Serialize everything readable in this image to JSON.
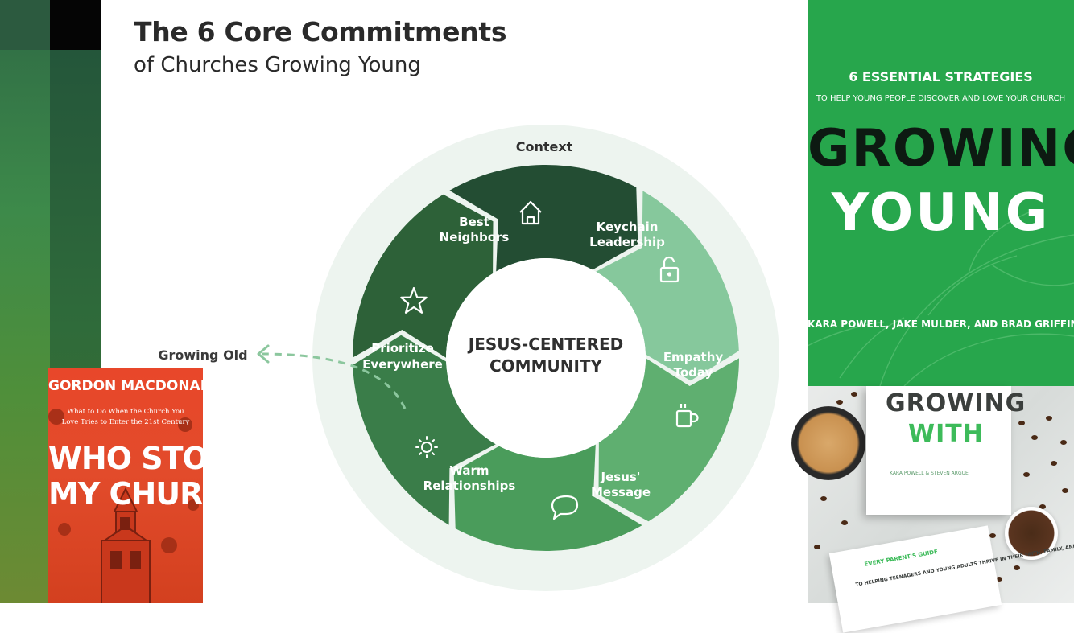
{
  "slide": {
    "title": "The 6 Core Commitments",
    "subtitle": "of Churches Growing Young"
  },
  "diagram": {
    "outer_label": "Context",
    "center_label_line1": "JESUS-CENTERED",
    "center_label_line2": "COMMUNITY",
    "side_label": "Growing Old",
    "segments": [
      {
        "line1": "Best",
        "line2": "Neighbors",
        "icon": "home-icon",
        "color": "#234d33"
      },
      {
        "line1": "Keychain",
        "line2": "Leadership",
        "icon": "lock-icon",
        "color": "#86c89c"
      },
      {
        "line1": "Empathy",
        "line2": "Today",
        "icon": "coffee-cup-icon",
        "color": "#5faf70"
      },
      {
        "line1": "Jesus'",
        "line2": "Message",
        "icon": "speech-bubble-icon",
        "color": "#4a9c5b"
      },
      {
        "line1": "Warm",
        "line2": "Relationships",
        "icon": "sun-icon",
        "color": "#3a7d49"
      },
      {
        "line1": "Prioritize",
        "line2": "Everywhere",
        "icon": "star-icon",
        "color": "#2d6138"
      }
    ],
    "colors": {
      "context_ring": "#edf4ef",
      "center": "#ffffff",
      "text_dark": "#2f2f2f",
      "arrow": "#8cc79e"
    }
  },
  "books": {
    "growing_young": {
      "tagline_top": "6 ESSENTIAL STRATEGIES",
      "tagline_sub": "TO HELP YOUNG PEOPLE DISCOVER AND LOVE YOUR CHURCH",
      "title_line1": "GROWING",
      "title_line2": "YOUNG",
      "authors": "KARA POWELL, JAKE MULDER, AND BRAD GRIFFIN"
    },
    "growing_with": {
      "title_line1": "GROWING",
      "title_line2": "WITH",
      "authors": "KARA POWELL & STEVEN ARGUE",
      "guide_line1": "EVERY PARENT'S GUIDE",
      "guide_line2": "TO HELPING TEENAGERS AND YOUNG ADULTS THRIVE IN THEIR FAITH, FAMILY, AND FUTURE"
    },
    "who_stole": {
      "author": "GORDON MACDONALD",
      "tagline_line1": "What to Do When the Church You",
      "tagline_line2": "Love Tries to Enter the 21st Century",
      "title_line1": "WHO STOLE",
      "title_line2": "MY CHURCH?"
    }
  }
}
